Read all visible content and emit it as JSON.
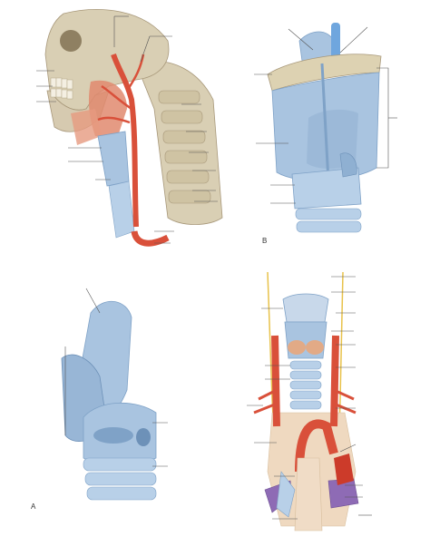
{
  "figure": {
    "panels": [
      {
        "id": "neck-lateral",
        "letter": ""
      },
      {
        "id": "larynx-posterior",
        "letter": "B"
      },
      {
        "id": "cartilage-oblique",
        "letter": "A"
      },
      {
        "id": "neck-anterior-vessels",
        "letter": ""
      }
    ],
    "colors": {
      "bone": "#d9cfb4",
      "bone_shadow": "#b9ab88",
      "cartilage": "#a9c4e0",
      "cartilage_dark": "#7fa2c7",
      "artery": "#d9503a",
      "muscle": "#e08a6e",
      "vein": "#8e6bb5",
      "nerve": "#e8c24a",
      "tissue": "#efd9c0"
    }
  }
}
